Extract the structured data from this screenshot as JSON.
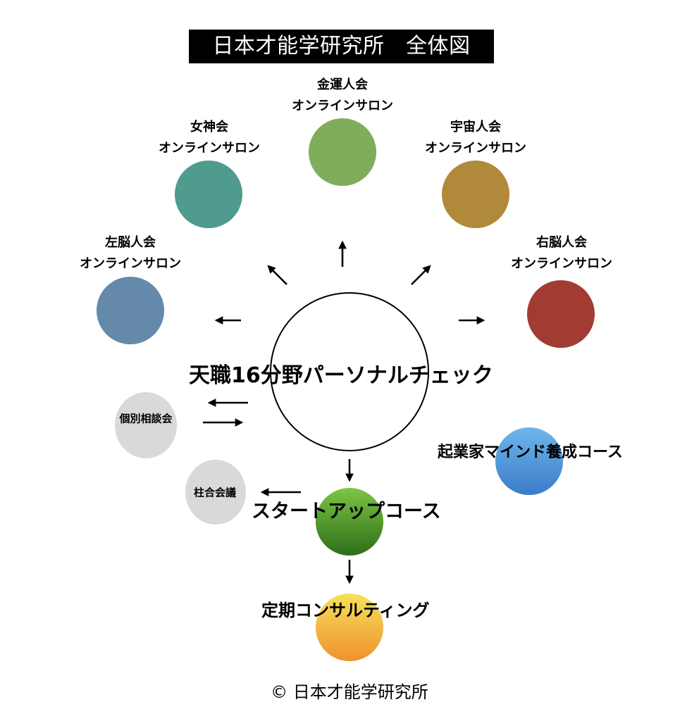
{
  "title": "日本才能学研究所　全体図",
  "center": {
    "label": "天職16分野パーソナルチェック"
  },
  "salons": [
    {
      "name": "金運人会",
      "sub": "オンラインサロン",
      "color": "#7fad5c"
    },
    {
      "name": "女神会",
      "sub": "オンラインサロン",
      "color": "#4f9b8e"
    },
    {
      "name": "宇宙人会",
      "sub": "オンラインサロン",
      "color": "#b0893a"
    },
    {
      "name": "左脳人会",
      "sub": "オンラインサロン",
      "color": "#6489ab"
    },
    {
      "name": "右脳人会",
      "sub": "オンラインサロン",
      "color": "#a23c33"
    }
  ],
  "consult": {
    "label": "個別相談会",
    "color": "#d9d9d9"
  },
  "pillar": {
    "label": "柱合会議",
    "color": "#d9d9d9"
  },
  "entrepreneur": {
    "label": "起業家マインド養成コース",
    "color_top": "#6fb5ec",
    "color_bottom": "#3b7cc9"
  },
  "startup": {
    "label": "スタートアップコース",
    "color_top": "#7cc543",
    "color_bottom": "#2f6e1a"
  },
  "regular": {
    "label": "定期コンサルティング",
    "color_top": "#f6e15a",
    "color_bottom": "#f0912e"
  },
  "footer": "© 日本才能学研究所"
}
